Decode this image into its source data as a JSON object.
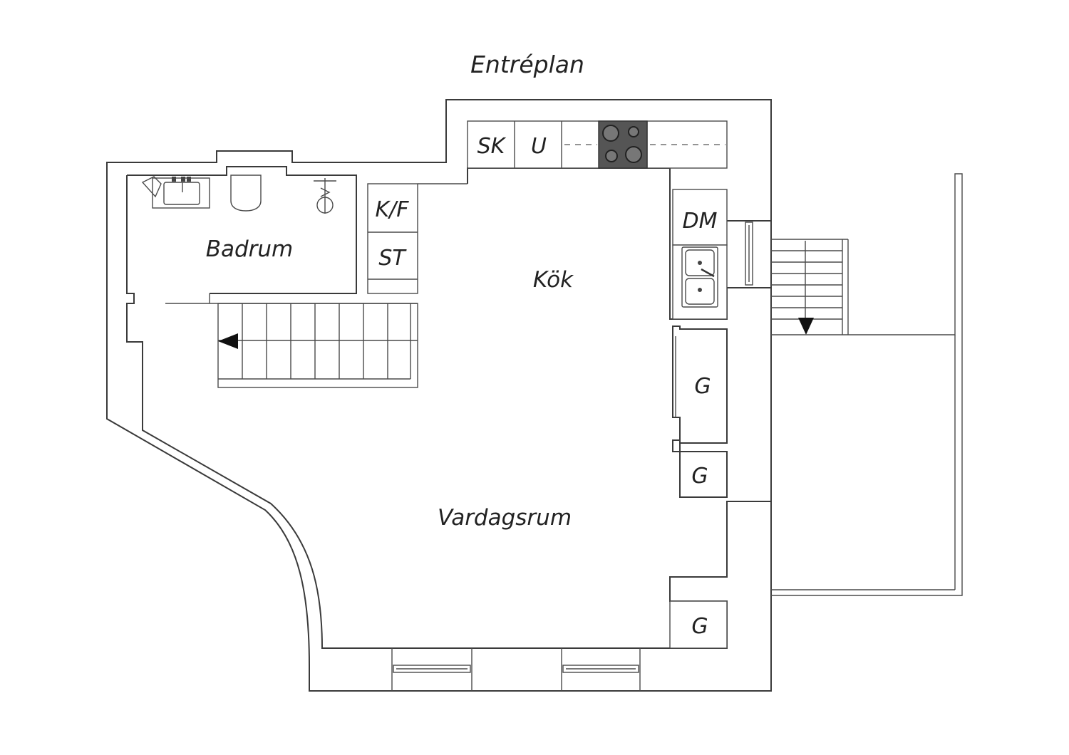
{
  "title": "Entréplan",
  "rooms": {
    "badrum": "Badrum",
    "kok": "Kök",
    "vardagsrum": "Vardagsrum"
  },
  "fixtures": {
    "sk": "SK",
    "u": "U",
    "kf": "K/F",
    "st": "ST",
    "dm": "DM",
    "g1": "G",
    "g2": "G",
    "g3": "G"
  },
  "icons": {
    "stove": "stove-icon",
    "sink": "sink-icon",
    "toilet": "toilet-icon",
    "washbasin": "washbasin-icon",
    "shower": "shower-icon",
    "stair_arrow": "arrow-icon"
  },
  "colors": {
    "line": "#3a3a3a",
    "stove": "#555555",
    "background": "#ffffff"
  }
}
